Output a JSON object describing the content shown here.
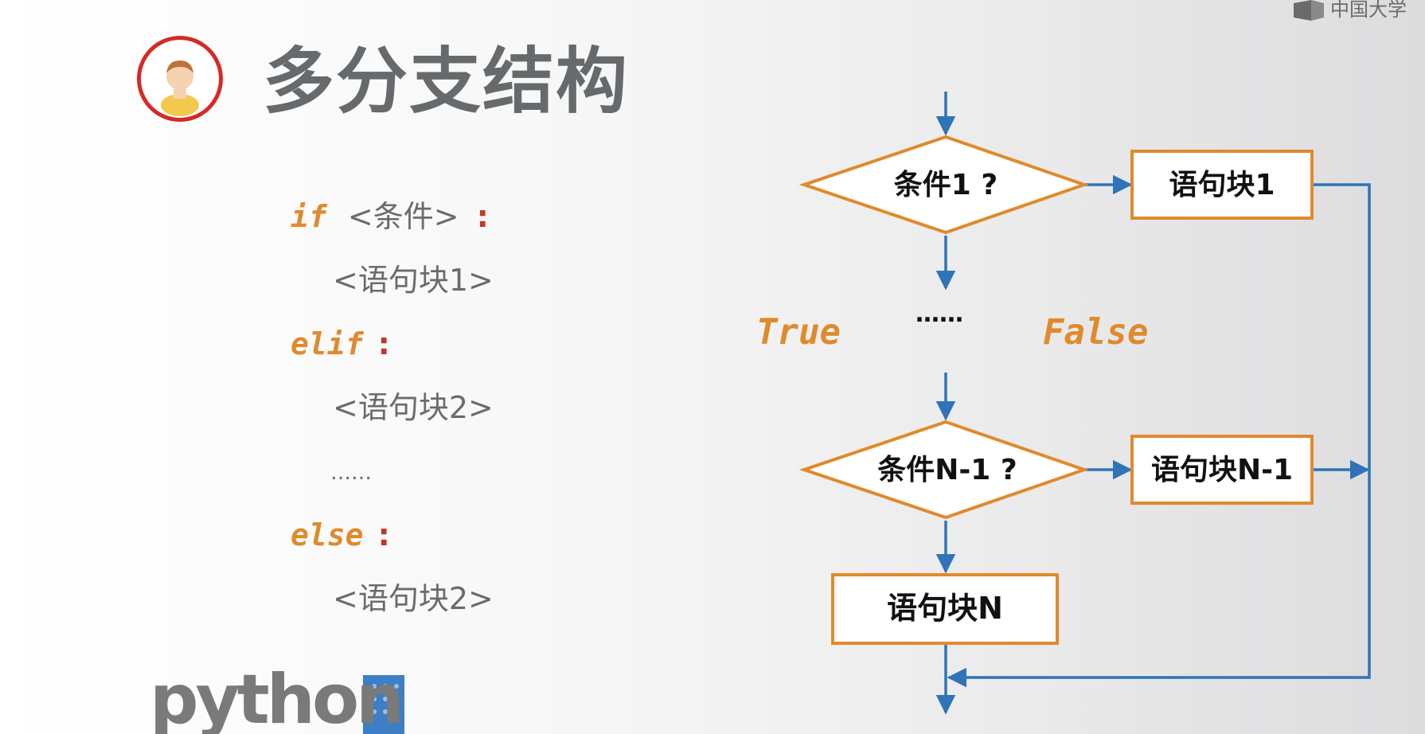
{
  "slide": {
    "title": "多分支结构",
    "corner_logo_text": "中国大学"
  },
  "code": {
    "line1": {
      "keyword": "if",
      "text": "<条件>",
      "colon": ":"
    },
    "line2": {
      "text": "<语句块1>"
    },
    "line3": {
      "keyword": "elif",
      "colon": ":"
    },
    "line4": {
      "text": "<语句块2>"
    },
    "line5": {
      "text": "……"
    },
    "line6": {
      "keyword": "else",
      "colon": ":"
    },
    "line7": {
      "text": "<语句块2>"
    }
  },
  "flowchart": {
    "cond1": "条件1 ?",
    "block1": "语句块1",
    "ellipsis": "……",
    "true_label": "True",
    "false_label": "False",
    "cond_n1": "条件N-1 ?",
    "block_n1": "语句块N-1",
    "block_n": "语句块N"
  },
  "logo": {
    "python_text": "python"
  },
  "colors": {
    "accent_orange": "#e08a2c",
    "arrow_blue": "#2f73b8",
    "avatar_ring": "#d62a26",
    "title_gray": "#666a6c"
  },
  "icons": [
    "user-avatar-icon",
    "python-logo",
    "corner-logo"
  ]
}
